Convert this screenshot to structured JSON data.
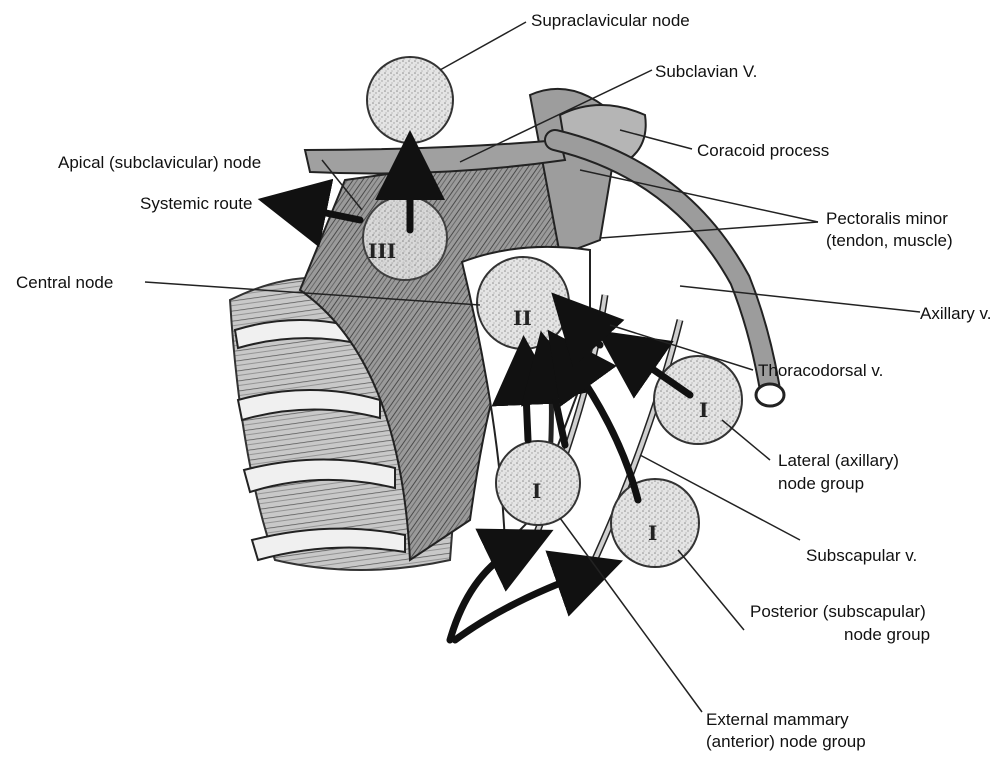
{
  "labels": {
    "supraclavicular_node": "Supraclavicular node",
    "subclavian_v": "Subclavian V.",
    "coracoid_process": "Coracoid process",
    "apical_node": "Apical (subclavicular) node",
    "systemic_route": "Systemic route",
    "pectoralis_minor_1": "Pectoralis minor",
    "pectoralis_minor_2": "(tendon, muscle)",
    "central_node": "Central node",
    "axillary_v": "Axillary v.",
    "thoracodorsal_v": "Thoracodorsal v.",
    "lateral_group_1": "Lateral (axillary)",
    "lateral_group_2": "node group",
    "subscapular_v": "Subscapular v.",
    "posterior_group_1": "Posterior (subscapular)",
    "posterior_group_2": "node group",
    "external_mammary_1": "External mammary",
    "external_mammary_2": "(anterior) node group"
  },
  "node_levels": {
    "level_3": "III",
    "level_2": "II",
    "level_1": "I"
  },
  "colors": {
    "line": "#1a1a1a",
    "node_fill": "#d9d9d9",
    "muscle_fill": "#8a8a8a"
  }
}
